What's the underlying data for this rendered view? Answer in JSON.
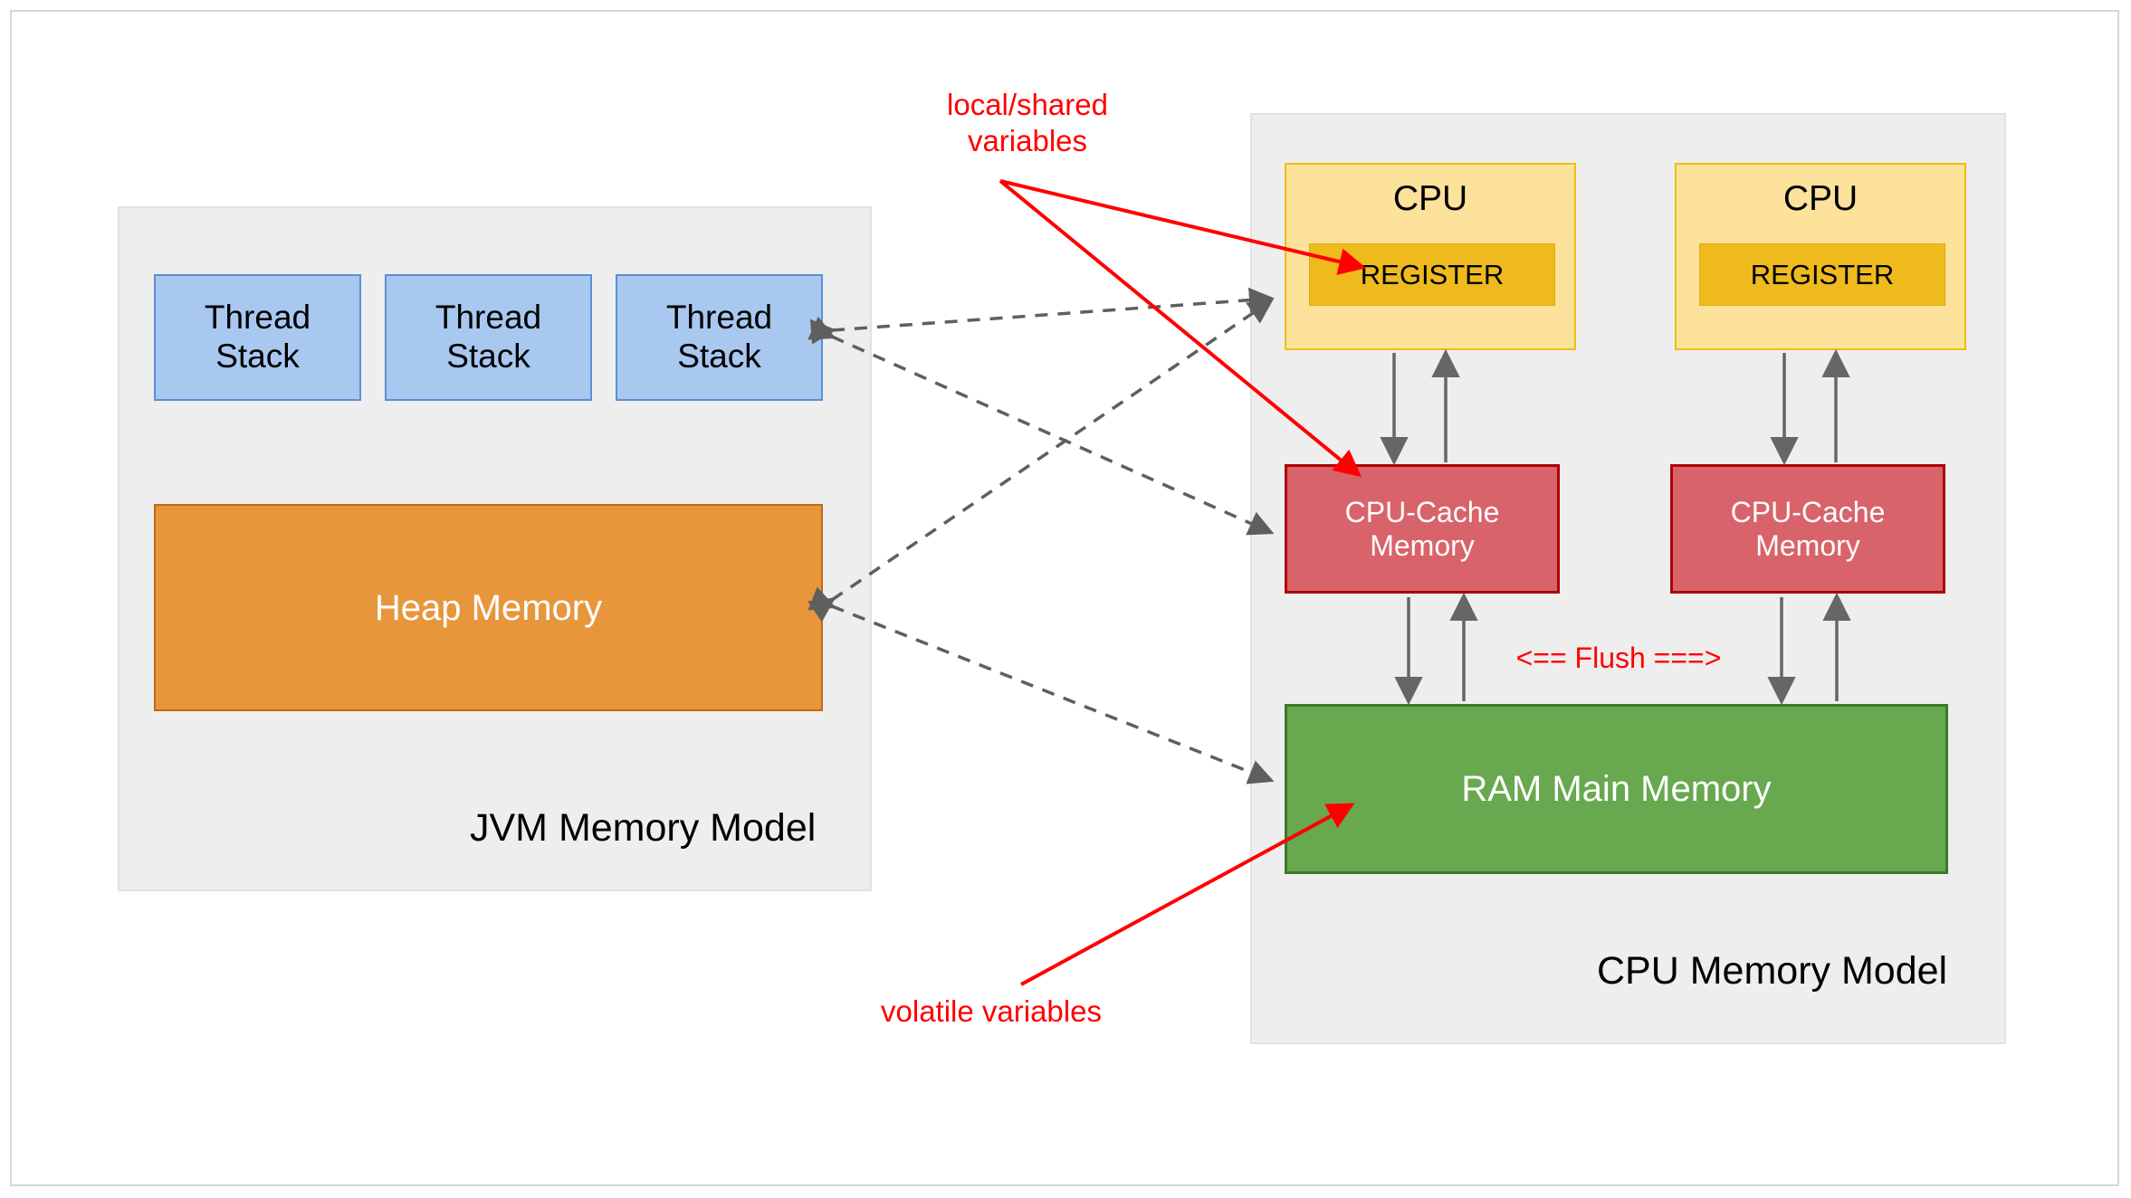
{
  "diagram": {
    "title": "JVM Memory Model and CPU Memory Model",
    "colors": {
      "panel_bg": "#eeeeee",
      "thread_stack_fill": "#a8c8f0",
      "thread_stack_border": "#5b8fd4",
      "heap_fill": "#e8963c",
      "heap_border": "#c06a12",
      "cpu_fill": "#fce29a",
      "cpu_border": "#eebe14",
      "register_fill": "#eeba1e",
      "cache_fill": "#d9636b",
      "cache_border": "#b00000",
      "ram_fill": "#68a84f",
      "ram_border": "#3b7a28",
      "annotation_red": "#ff0000",
      "arrow_gray": "#666666",
      "dashed_arrow_gray": "#595959"
    }
  },
  "jvm_panel": {
    "label": "JVM Memory Model",
    "thread_stacks": [
      {
        "label": "Thread\nStack"
      },
      {
        "label": "Thread\nStack"
      },
      {
        "label": "Thread\nStack"
      }
    ],
    "heap": {
      "label": "Heap Memory"
    }
  },
  "cpu_panel": {
    "label": "CPU Memory Model",
    "cpus": [
      {
        "title": "CPU",
        "register": "REGISTER",
        "cache": "CPU-Cache\nMemory"
      },
      {
        "title": "CPU",
        "register": "REGISTER",
        "cache": "CPU-Cache\nMemory"
      }
    ],
    "ram": {
      "label": "RAM Main Memory"
    }
  },
  "annotations": {
    "local_shared": "local/shared\nvariables",
    "volatile": "volatile variables",
    "flush": "<== Flush ===>"
  }
}
